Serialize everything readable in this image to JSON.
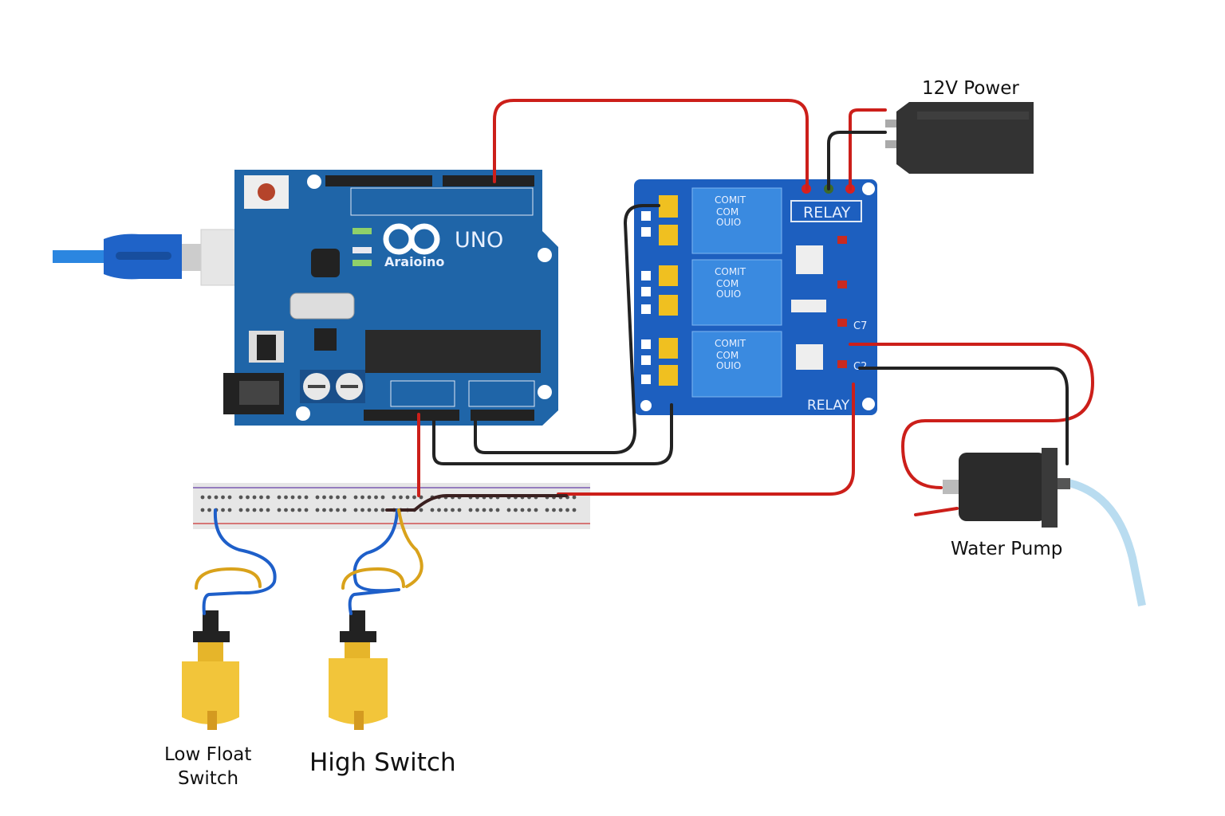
{
  "labels": {
    "power": "12V Power",
    "pump": "Water Pump",
    "low_float_line1": "Low Float",
    "low_float_line2": "Switch",
    "high_switch": "High Switch"
  },
  "arduino": {
    "model": "UNO",
    "brand": "Araioino"
  },
  "relay": {
    "title_top": "RELAY",
    "title_bottom": "RELAY",
    "relay_text": [
      "COMIT",
      "COM",
      "OUIO"
    ],
    "pin_label_1": "C7",
    "pin_label_2": "C2"
  },
  "colors": {
    "pcb_blue": "#1f65a8",
    "relay_blue": "#1d5fbf",
    "wire_red": "#cc1f1a",
    "wire_black": "#222222",
    "wire_blue": "#1e5fc9",
    "wire_yellow": "#d9a21b",
    "float_yellow": "#f2c53a",
    "usb_blue": "#1f6fd0"
  }
}
